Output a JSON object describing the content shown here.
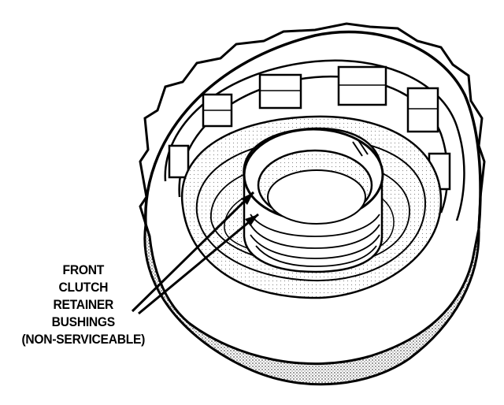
{
  "callout": {
    "lines": [
      "FRONT",
      "CLUTCH",
      "RETAINER",
      "BUSHINGS",
      "(NON-SERVICEABLE)"
    ]
  },
  "colors": {
    "ink": "#000000",
    "paper": "#ffffff",
    "stipple": "#8c8c8c"
  }
}
